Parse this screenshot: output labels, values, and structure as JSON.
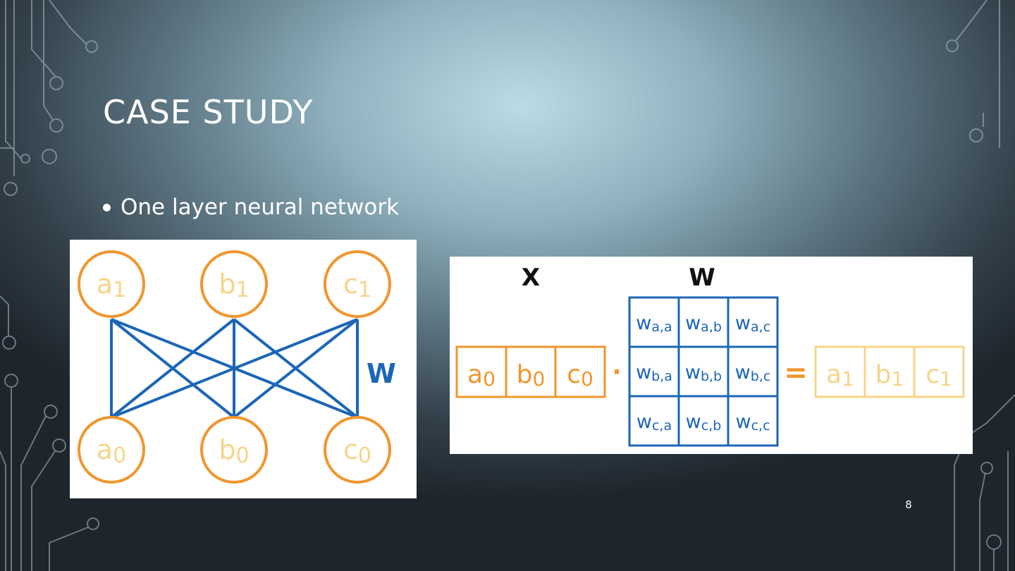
{
  "slide": {
    "title": "CASE STUDY",
    "bullet": "One layer neural network",
    "page_number": "8"
  },
  "network": {
    "weight_label": "W",
    "top_nodes": [
      {
        "letter": "a",
        "index": "1"
      },
      {
        "letter": "b",
        "index": "1"
      },
      {
        "letter": "c",
        "index": "1"
      }
    ],
    "bottom_nodes": [
      {
        "letter": "a",
        "index": "0"
      },
      {
        "letter": "b",
        "index": "0"
      },
      {
        "letter": "c",
        "index": "0"
      }
    ]
  },
  "equation": {
    "x_label": "X",
    "w_label": "W",
    "dot": "·",
    "equals": "=",
    "input_vector": [
      {
        "letter": "a",
        "index": "0"
      },
      {
        "letter": "b",
        "index": "0"
      },
      {
        "letter": "c",
        "index": "0"
      }
    ],
    "weight_matrix": [
      [
        {
          "letter": "w",
          "index": "a,a"
        },
        {
          "letter": "w",
          "index": "a,b"
        },
        {
          "letter": "w",
          "index": "a,c"
        }
      ],
      [
        {
          "letter": "w",
          "index": "b,a"
        },
        {
          "letter": "w",
          "index": "b,b"
        },
        {
          "letter": "w",
          "index": "b,c"
        }
      ],
      [
        {
          "letter": "w",
          "index": "c,a"
        },
        {
          "letter": "w",
          "index": "c,b"
        },
        {
          "letter": "w",
          "index": "c,c"
        }
      ]
    ],
    "output_vector": [
      {
        "letter": "a",
        "index": "1"
      },
      {
        "letter": "b",
        "index": "1"
      },
      {
        "letter": "c",
        "index": "1"
      }
    ]
  },
  "colors": {
    "orange": "#f0962e",
    "light_orange": "#f7d489",
    "blue": "#1c66b6",
    "black": "#111111"
  }
}
